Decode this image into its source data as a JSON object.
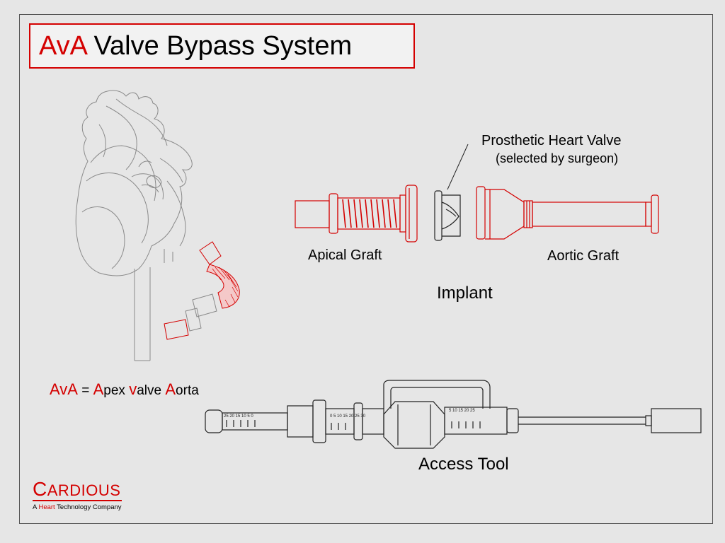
{
  "title": {
    "prefix": "AvA",
    "rest": " Valve Bypass System"
  },
  "labels": {
    "prosthetic_valve": "Prosthetic Heart Valve",
    "selected_by": "(selected by surgeon)",
    "apical_graft": "Apical Graft",
    "aortic_graft": "Aortic Graft",
    "implant": "Implant",
    "access_tool": "Access Tool"
  },
  "acronym": {
    "left": "AvA",
    "equals": " = ",
    "a1": "A",
    "pex": "pex  ",
    "v": "v",
    "alve": "alve  ",
    "a2": "A",
    "orta": "orta"
  },
  "tool_scales": {
    "left": "25 20 15 10  5   0",
    "middle": "0   5   10 15   20 25 30",
    "right": "5   10 15 20 25"
  },
  "logo": {
    "cap": "C",
    "name": "ARDIOUS",
    "tag_a": "A ",
    "tag_heart": "Heart",
    "tag_rest": " Technology Company"
  },
  "colors": {
    "accent": "#d40000",
    "line": "#222222",
    "heart_line": "#8a8a8a"
  }
}
